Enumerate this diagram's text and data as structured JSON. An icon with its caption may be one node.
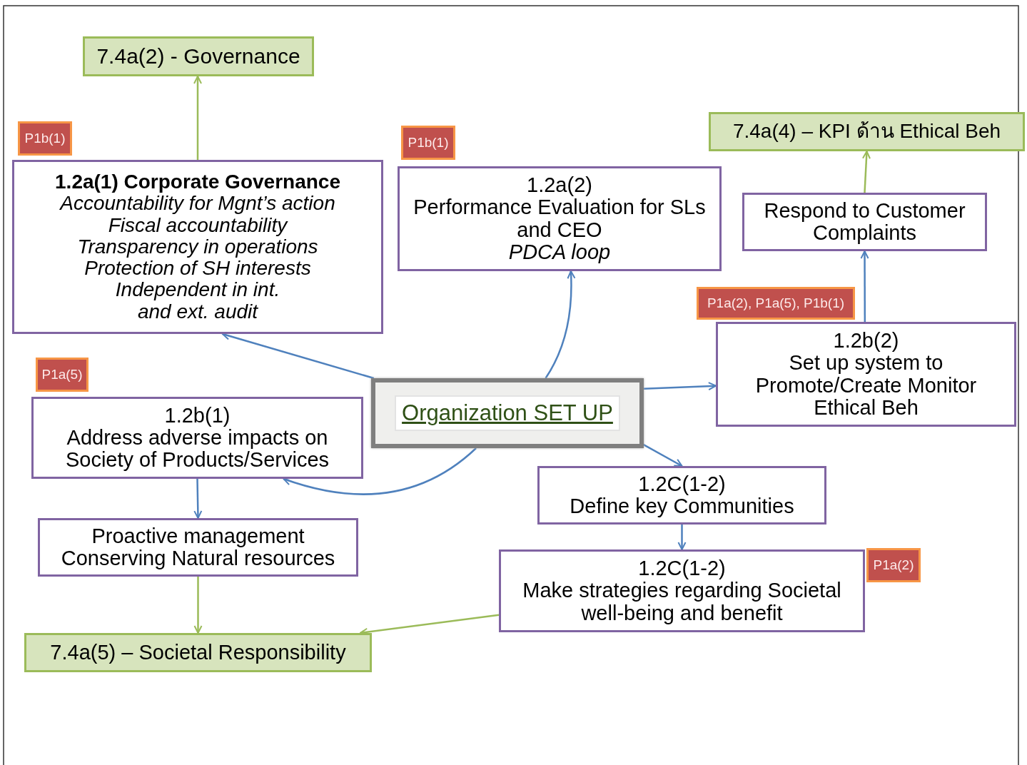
{
  "diagram": {
    "nodes": [
      {
        "text": [
          "7.4a(2) - Governance"
        ]
      },
      {
        "text": [
          "P1b(1)"
        ]
      },
      {
        "text": [
          "1.2a(1) Corporate Governance",
          "Accountability for Mgnt’s action",
          "Fiscal accountability",
          "Transparency in operations",
          "Protection of SH interests",
          "Independent in int. and ext. audit"
        ]
      },
      {
        "text": [
          "P1b(1)"
        ]
      },
      {
        "text": [
          "1.2a(2)",
          "Performance Evaluation for SLs and CEO",
          "PDCA loop"
        ]
      },
      {
        "text": [
          "7.4a(4) – KPI ด้าน Ethical Beh"
        ]
      },
      {
        "text": [
          "Respond to Customer Complaints"
        ]
      },
      {
        "text": [
          "P1a(2), P1a(5), P1b(1)"
        ]
      },
      {
        "text": [
          "1.2b(2)",
          "Set up system to Promote/Create Monitor Ethical Beh"
        ]
      },
      {
        "text": [
          "P1a(5)"
        ]
      },
      {
        "text": [
          "1.2b(1)",
          "Address adverse impacts on Society of Products/Services"
        ]
      },
      {
        "text": [
          "Organization SET UP"
        ]
      },
      {
        "text": [
          "1.2C(1-2)",
          "Define key Communities"
        ]
      },
      {
        "text": [
          "Proactive management",
          "Conserving Natural resources"
        ]
      },
      {
        "text": [
          "1.2C(1-2)",
          "Make strategies regarding Societal well-being and benefit"
        ]
      },
      {
        "text": [
          "P1a(2)"
        ]
      },
      {
        "text": [
          "7.4a(5) – Societal Responsibility"
        ]
      }
    ],
    "edges": [
      {
        "from": 2,
        "to": 0,
        "arrow": "to",
        "color": "#9bbb59"
      },
      {
        "from": 11,
        "to": 2,
        "arrow": "to"
      },
      {
        "from": 11,
        "to": 4,
        "arrow": "to"
      },
      {
        "from": 11,
        "to": 8,
        "arrow": "to"
      },
      {
        "from": 8,
        "to": 6,
        "arrow": "to"
      },
      {
        "from": 6,
        "to": 5,
        "arrow": "to",
        "color": "#9bbb59"
      },
      {
        "from": 11,
        "to": 10,
        "arrow": "to"
      },
      {
        "from": 11,
        "to": 12,
        "arrow": "to"
      },
      {
        "from": 10,
        "to": 13,
        "arrow": "to"
      },
      {
        "from": 12,
        "to": 14,
        "arrow": "to"
      },
      {
        "from": 13,
        "to": 16,
        "arrow": "to",
        "color": "#9bbb59"
      },
      {
        "from": 14,
        "to": 16,
        "arrow": "to",
        "color": "#9bbb59"
      }
    ]
  }
}
